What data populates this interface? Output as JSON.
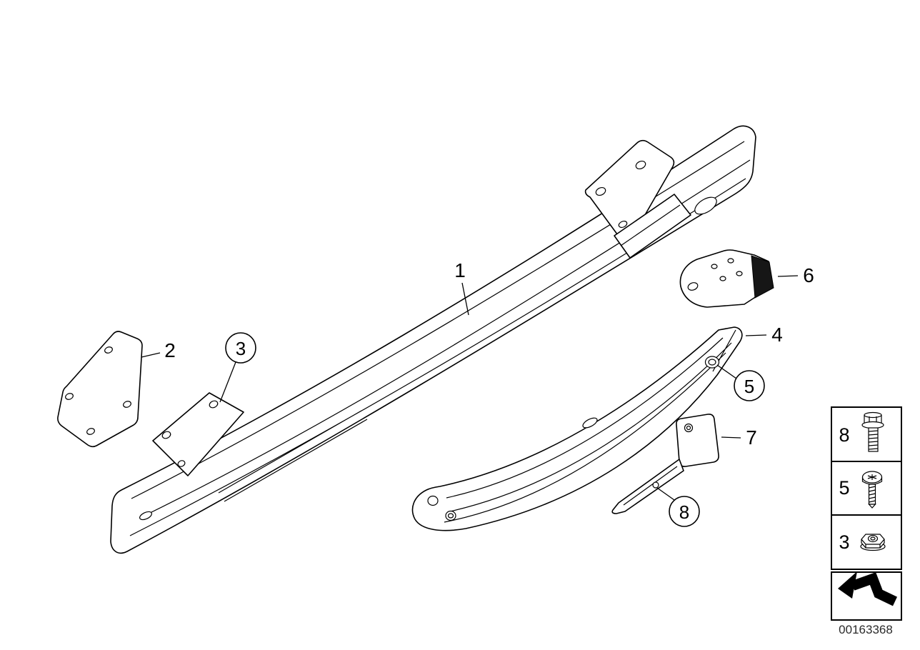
{
  "colors": {
    "background": "#ffffff",
    "line": "#000000"
  },
  "part_number": "00163368",
  "callouts": {
    "c1": "1",
    "c2": "2",
    "c3": "3",
    "c4": "4",
    "c5": "5",
    "c6": "6",
    "c7": "7",
    "c8": "8"
  },
  "legend": {
    "items": [
      {
        "label": "8",
        "icon": "hex-flange-bolt-icon"
      },
      {
        "label": "5",
        "icon": "torx-screw-icon"
      },
      {
        "label": "3",
        "icon": "hex-flange-nut-icon"
      }
    ]
  }
}
